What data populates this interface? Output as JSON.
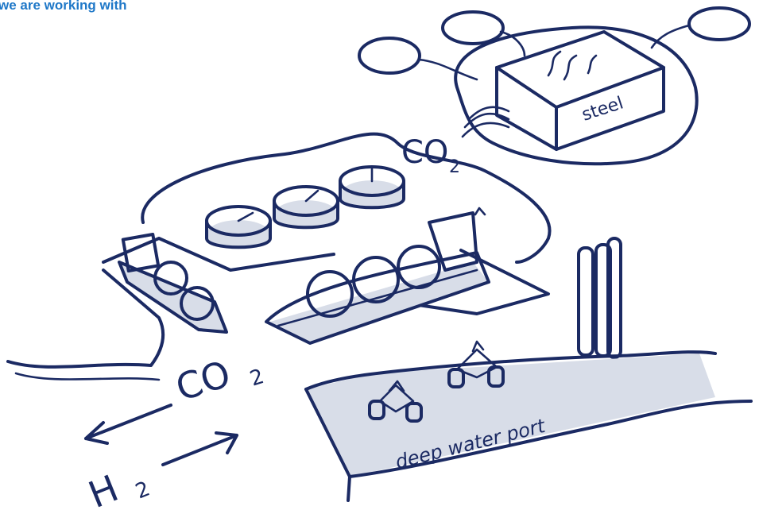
{
  "header": {
    "title": "we are working with"
  },
  "labels": {
    "steel": "steel",
    "co2_upper": "CO",
    "co2_upper_sub": "2",
    "co2_lower": "CO",
    "co2_lower_sub": "2",
    "h2": "H",
    "h2_sub": "2",
    "port": "deep water port"
  },
  "colors": {
    "ink": "#1b2a63",
    "heading": "#1f78c8",
    "shade": "#d8dde8"
  }
}
